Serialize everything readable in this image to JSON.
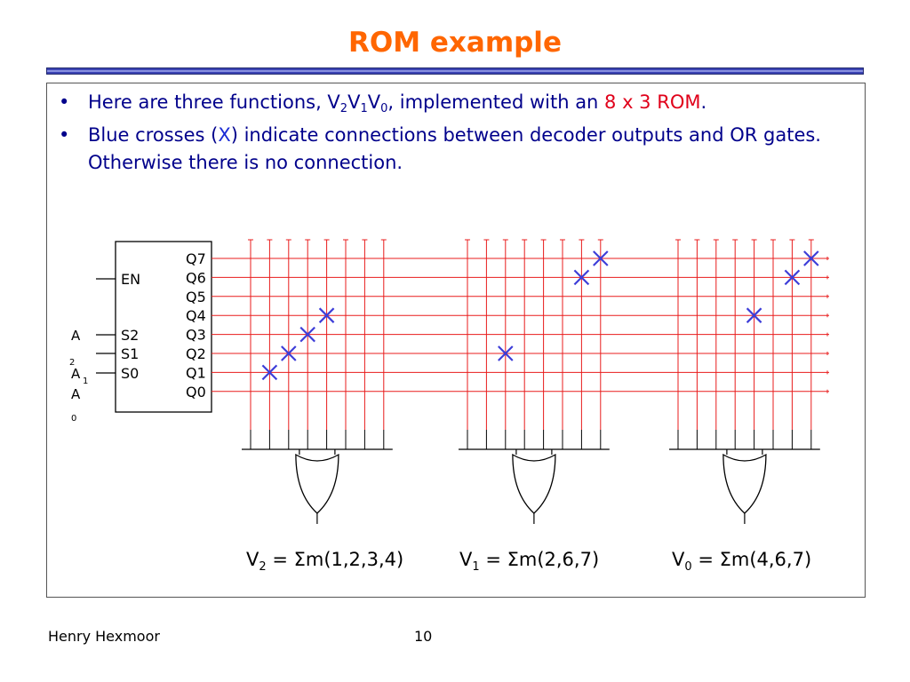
{
  "title": "ROM example",
  "bullets": [
    {
      "t1": "Here are three functions, V",
      "s1": "2",
      "t2": "V",
      "s2": "1",
      "t3": "V",
      "s3": "0",
      "t4": ", implemented with an ",
      "highlight": "8 x 3 ROM",
      "t5": "."
    },
    {
      "t1": "Blue crosses (",
      "cross": "X",
      "t2": ") indicate connections between decoder outputs and OR gates. Otherwise there is no connection."
    }
  ],
  "decoder": {
    "inputs": [
      "EN",
      "S2",
      "S1",
      "S0"
    ],
    "outputs": [
      "Q7",
      "Q6",
      "Q5",
      "Q4",
      "Q3",
      "Q2",
      "Q1",
      "Q0"
    ],
    "address_labels": [
      {
        "main": "A",
        "sub": "2"
      },
      {
        "main": "A",
        "sub": "1"
      },
      {
        "main": "A",
        "sub": "0"
      }
    ]
  },
  "functions": [
    {
      "name": "V",
      "index": "2",
      "expr": "= Σm(1,2,3,4)",
      "minterms": [
        1,
        2,
        3,
        4
      ]
    },
    {
      "name": "V",
      "index": "1",
      "expr": "= Σm(2,6,7)",
      "minterms": [
        2,
        6,
        7
      ]
    },
    {
      "name": "V",
      "index": "0",
      "expr": "= Σm(4,6,7)",
      "minterms": [
        4,
        6,
        7
      ]
    }
  ],
  "colors": {
    "title": "#ff6600",
    "text": "#00008b",
    "highlight": "#e0001a",
    "cross": "#3d3dd8",
    "grid": "#e81c1c",
    "wire": "#000000"
  },
  "footer": {
    "author": "Henry Hexmoor",
    "page": "10"
  }
}
